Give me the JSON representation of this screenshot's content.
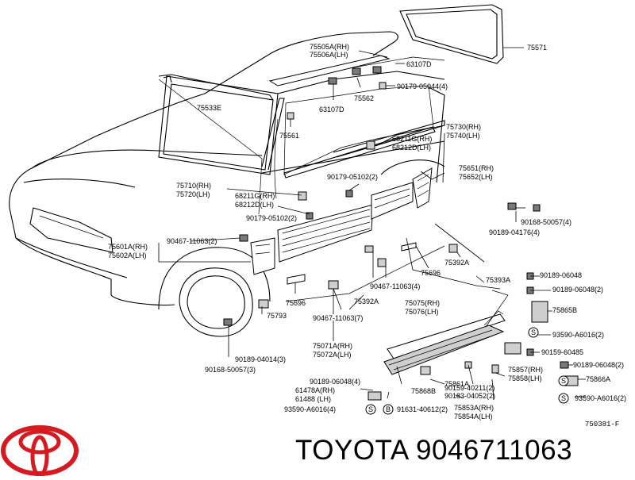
{
  "diagram": {
    "code": "750381-F",
    "brand": "TOYOTA",
    "part_number": "9046711063",
    "callouts": [
      {
        "id": "c01",
        "text": "75505A(RH)"
      },
      {
        "id": "c02",
        "text": "75506A(LH)"
      },
      {
        "id": "c03",
        "text": "75571"
      },
      {
        "id": "c04",
        "text": "63107D"
      },
      {
        "id": "c05",
        "text": "90179-05044(4)"
      },
      {
        "id": "c06",
        "text": "75533E"
      },
      {
        "id": "c07",
        "text": "63107D"
      },
      {
        "id": "c08",
        "text": "75562"
      },
      {
        "id": "c09",
        "text": "75561"
      },
      {
        "id": "c10",
        "text": "75730(RH)"
      },
      {
        "id": "c11",
        "text": "75740(LH)"
      },
      {
        "id": "c12",
        "text": "68211G(RH)"
      },
      {
        "id": "c13",
        "text": "68212D(LH)"
      },
      {
        "id": "c14",
        "text": "75651(RH)"
      },
      {
        "id": "c15",
        "text": "75652(LH)"
      },
      {
        "id": "c16",
        "text": "90179-05102(2)"
      },
      {
        "id": "c17",
        "text": "75710(RH)"
      },
      {
        "id": "c18",
        "text": "75720(LH)"
      },
      {
        "id": "c19",
        "text": "68211G(RH)"
      },
      {
        "id": "c20",
        "text": "68212D(LH)"
      },
      {
        "id": "c21",
        "text": "90168-50057(4)"
      },
      {
        "id": "c22",
        "text": "90179-05102(2)"
      },
      {
        "id": "c23",
        "text": "90189-04176(4)"
      },
      {
        "id": "c24",
        "text": "90467-11063(2)"
      },
      {
        "id": "c25",
        "text": "75601A(RH)"
      },
      {
        "id": "c26",
        "text": "75602A(LH)"
      },
      {
        "id": "c27",
        "text": "75392A"
      },
      {
        "id": "c28",
        "text": "75696"
      },
      {
        "id": "c29",
        "text": "90189-06048"
      },
      {
        "id": "c30",
        "text": "90467-11063(4)"
      },
      {
        "id": "c31",
        "text": "75393A"
      },
      {
        "id": "c32",
        "text": "90189-06048(2)"
      },
      {
        "id": "c33",
        "text": "75696"
      },
      {
        "id": "c34",
        "text": "75392A"
      },
      {
        "id": "c35",
        "text": "75075(RH)"
      },
      {
        "id": "c36",
        "text": "75076(LH)"
      },
      {
        "id": "c37",
        "text": "75865B"
      },
      {
        "id": "c38",
        "text": "75793"
      },
      {
        "id": "c39",
        "text": "90467-11063(7)"
      },
      {
        "id": "c40",
        "text": "93590-A6016(2)"
      },
      {
        "id": "c41",
        "text": "75071A(RH)"
      },
      {
        "id": "c42",
        "text": "75072A(LH)"
      },
      {
        "id": "c43",
        "text": "90159-60485"
      },
      {
        "id": "c44",
        "text": "90189-04014(3)"
      },
      {
        "id": "c45",
        "text": "90168-50057(3)"
      },
      {
        "id": "c46",
        "text": "75857(RH)"
      },
      {
        "id": "c47",
        "text": "75858(LH)"
      },
      {
        "id": "c48",
        "text": "90189-06048(2)"
      },
      {
        "id": "c49",
        "text": "90189-06048(4)"
      },
      {
        "id": "c50",
        "text": "75861A"
      },
      {
        "id": "c51",
        "text": "90159-40211(2)"
      },
      {
        "id": "c52",
        "text": "75866A"
      },
      {
        "id": "c53",
        "text": "61478A(RH)"
      },
      {
        "id": "c54",
        "text": "61488 (LH)"
      },
      {
        "id": "c55",
        "text": "75868B"
      },
      {
        "id": "c56",
        "text": "90183-04052(2)"
      },
      {
        "id": "c57",
        "text": "93590-A6016(2)"
      },
      {
        "id": "c58",
        "text": "93590-A6016(4)"
      },
      {
        "id": "c59",
        "text": "91631-40612(2)"
      },
      {
        "id": "c60",
        "text": "75853A(RH)"
      },
      {
        "id": "c61",
        "text": "75854A(LH)"
      }
    ],
    "markers": [
      {
        "id": "m1",
        "text": "S"
      },
      {
        "id": "m2",
        "text": "B"
      },
      {
        "id": "m3",
        "text": "S"
      },
      {
        "id": "m4",
        "text": "S"
      },
      {
        "id": "m5",
        "text": "S"
      }
    ]
  },
  "colors": {
    "logo": "#d71920",
    "ink": "#000000",
    "background": "#ffffff"
  }
}
